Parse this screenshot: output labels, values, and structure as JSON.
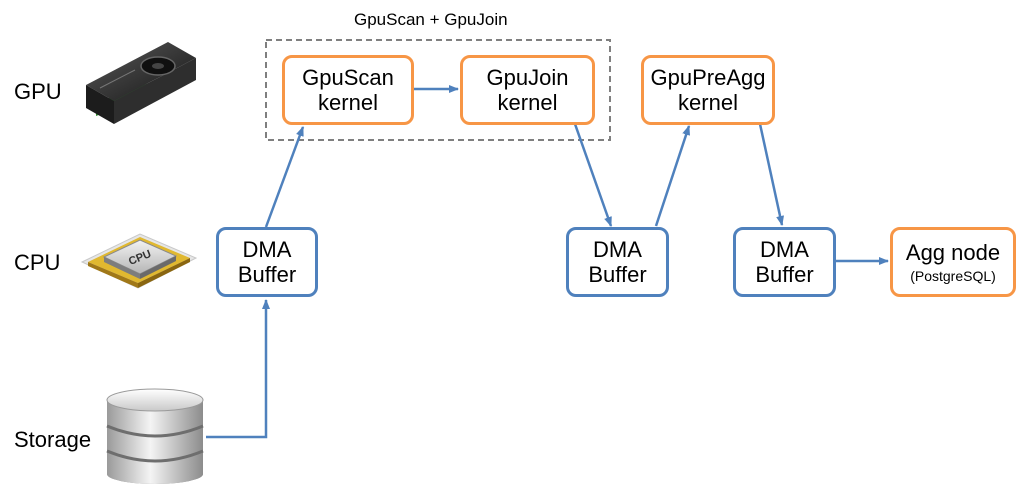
{
  "rows": {
    "gpu": "GPU",
    "cpu": "CPU",
    "storage": "Storage"
  },
  "group": {
    "title": "GpuScan + GpuJoin"
  },
  "nodes": {
    "gpuscan": {
      "line1": "GpuScan",
      "line2": "kernel"
    },
    "gpujoin": {
      "line1": "GpuJoin",
      "line2": "kernel"
    },
    "gpupreagg": {
      "line1": "GpuPreAgg",
      "line2": "kernel"
    },
    "dma1": {
      "line1": "DMA",
      "line2": "Buffer"
    },
    "dma2": {
      "line1": "DMA",
      "line2": "Buffer"
    },
    "dma3": {
      "line1": "DMA",
      "line2": "Buffer"
    },
    "agg": {
      "line1": "Agg node",
      "sub": "(PostgreSQL)"
    }
  },
  "colors": {
    "kernel_border": "#f79646",
    "buffer_border": "#4f81bd",
    "arrow": "#4f81bd",
    "group_border": "#7f7f7f"
  },
  "icons": [
    "gpu-card-icon",
    "cpu-chip-icon",
    "database-icon"
  ]
}
